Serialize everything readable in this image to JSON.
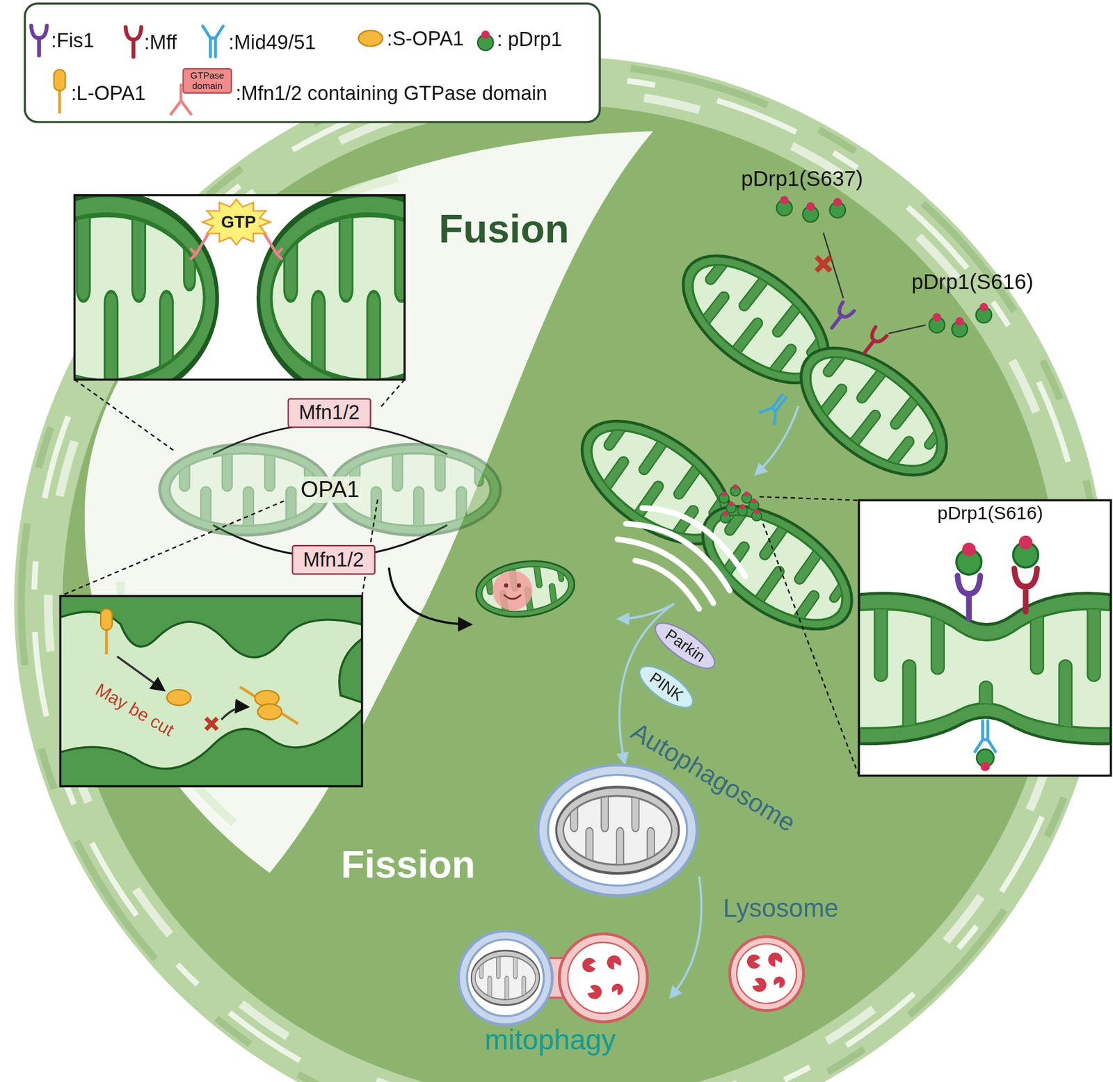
{
  "diagram": {
    "nodes": [
      {
        "text": [
          "GTPase domain"
        ]
      },
      {
        "text": [
          "Mfn1/2"
        ]
      },
      {
        "text": [
          "Mfn1/2"
        ]
      },
      {
        "text": [
          "Parkin"
        ]
      },
      {
        "text": [
          "PINK"
        ]
      }
    ],
    "labels": [
      "Fusion",
      "GTP",
      "OPA1",
      "May be cut",
      "pDrp1(S637)",
      "pDrp1(S616)",
      "pDrp1(S616)",
      "Fission",
      "Autophagosome",
      "Lysosome",
      "mitophagy"
    ],
    "legend": [
      {
        "text": ":Fis1"
      },
      {
        "text": ":Mff"
      },
      {
        "text": ":Mid49/51"
      },
      {
        "text": ":S-OPA1"
      },
      {
        "text": ": pDrp1"
      },
      {
        "text": ":L-OPA1"
      },
      {
        "text": ":Mfn1/2 containing GTPase domain"
      }
    ]
  }
}
